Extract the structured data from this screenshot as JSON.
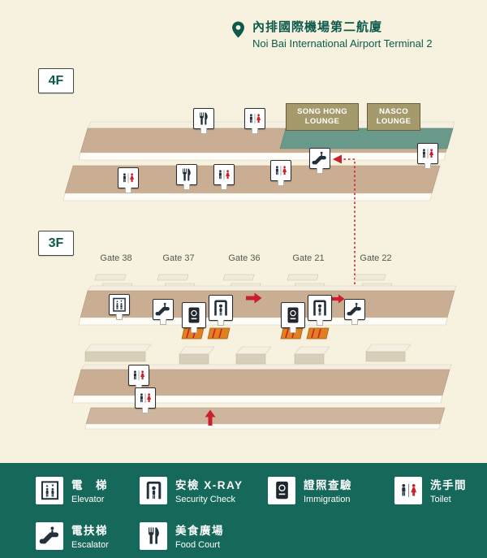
{
  "header": {
    "title_zh": "內排國際機場第二航廈",
    "title_en": "Noi Bai International Airport Terminal 2"
  },
  "floor_labels": {
    "upper": "4F",
    "lower": "3F"
  },
  "lounges": {
    "song_hong": "SONG HONG LOUNGE",
    "nasco": "NASCO LOUNGE"
  },
  "gates": [
    "Gate 38",
    "Gate 37",
    "Gate 36",
    "Gate 21",
    "Gate 22"
  ],
  "legend": {
    "items": [
      {
        "zh": "電　梯",
        "en": "Elevator",
        "icon": "elevator-icon"
      },
      {
        "zh": "安檢 X-RAY",
        "en": "Security Check",
        "icon": "security-check-icon"
      },
      {
        "zh": "證照查驗",
        "en": "Immigration",
        "icon": "immigration-icon"
      },
      {
        "zh": "洗手間",
        "en": "Toilet",
        "icon": "toilet-icon"
      },
      {
        "zh": "電扶梯",
        "en": "Escalator",
        "icon": "escalator-icon"
      },
      {
        "zh": "美食廣場",
        "en": "Food Court",
        "icon": "food-court-icon"
      }
    ]
  },
  "icons": {
    "location-pin-icon": "map pin",
    "elevator-icon": "two people in elevator car",
    "escalator-icon": "person on escalator",
    "immigration-icon": "passport book",
    "security-check-icon": "person in scanner gate",
    "toilet-icon": "man and woman figures",
    "food-court-icon": "fork and knife",
    "direction-arrow-icon": "red arrow"
  },
  "colors": {
    "background": "#f7f2df",
    "title_green": "#0d5a4b",
    "legend_bg": "#16695a",
    "floor_tan": "#c9ae94",
    "lounge_floor_green": "#68998a",
    "lounge_sign": "#a59a6c",
    "arrow_red": "#c8202e",
    "machine_orange": "#e0801f"
  }
}
